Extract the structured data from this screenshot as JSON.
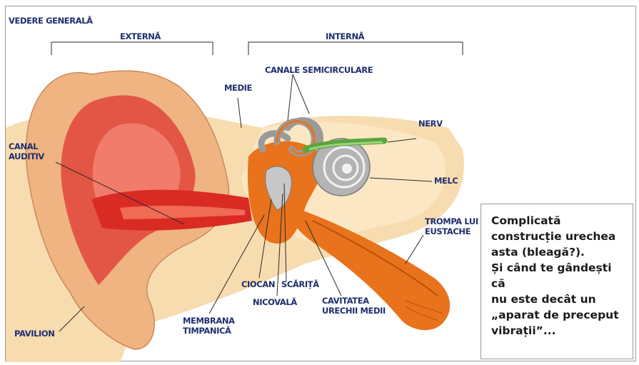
{
  "labels": {
    "overview": "VEDERE GENERALĂ",
    "external": "EXTERNĂ",
    "internal": "INTERNĂ",
    "middle": "MEDIE",
    "semicircular_canals": "CANALE SEMICIRCULARE",
    "nerve": "NERV",
    "cochlea": "MELC",
    "auditory_canal_line1": "CANAL",
    "auditory_canal_line2": "AUDITIV",
    "eustachian_line1": "TROMPA LUI",
    "eustachian_line2": "EUSTACHE",
    "hammer": "CIOCAN",
    "stirrup": "SCĂRIȚĂ",
    "anvil": "NICOVALĂ",
    "tympanic_line1": "MEMBRANA",
    "tympanic_line2": "TIMPANICĂ",
    "middle_cavity_line1": "CAVITATEA",
    "middle_cavity_line2": "URECHII MEDII",
    "pinna": "PAVILION"
  },
  "caption": "Complicată construcție urechea asta (bleagă?).\nȘi când te gândești că\nnu este decât un\n„aparat de preceput\nvibrații”...",
  "colors": {
    "skin_light": "#f7dcb0",
    "skin_mid": "#efb482",
    "ear_red": "#e0453b",
    "canal_red": "#d92b24",
    "orange": "#e8731c",
    "grey": "#b4b4b4",
    "nerve_green": "#5aa53a",
    "label": "#1f2e6e"
  }
}
